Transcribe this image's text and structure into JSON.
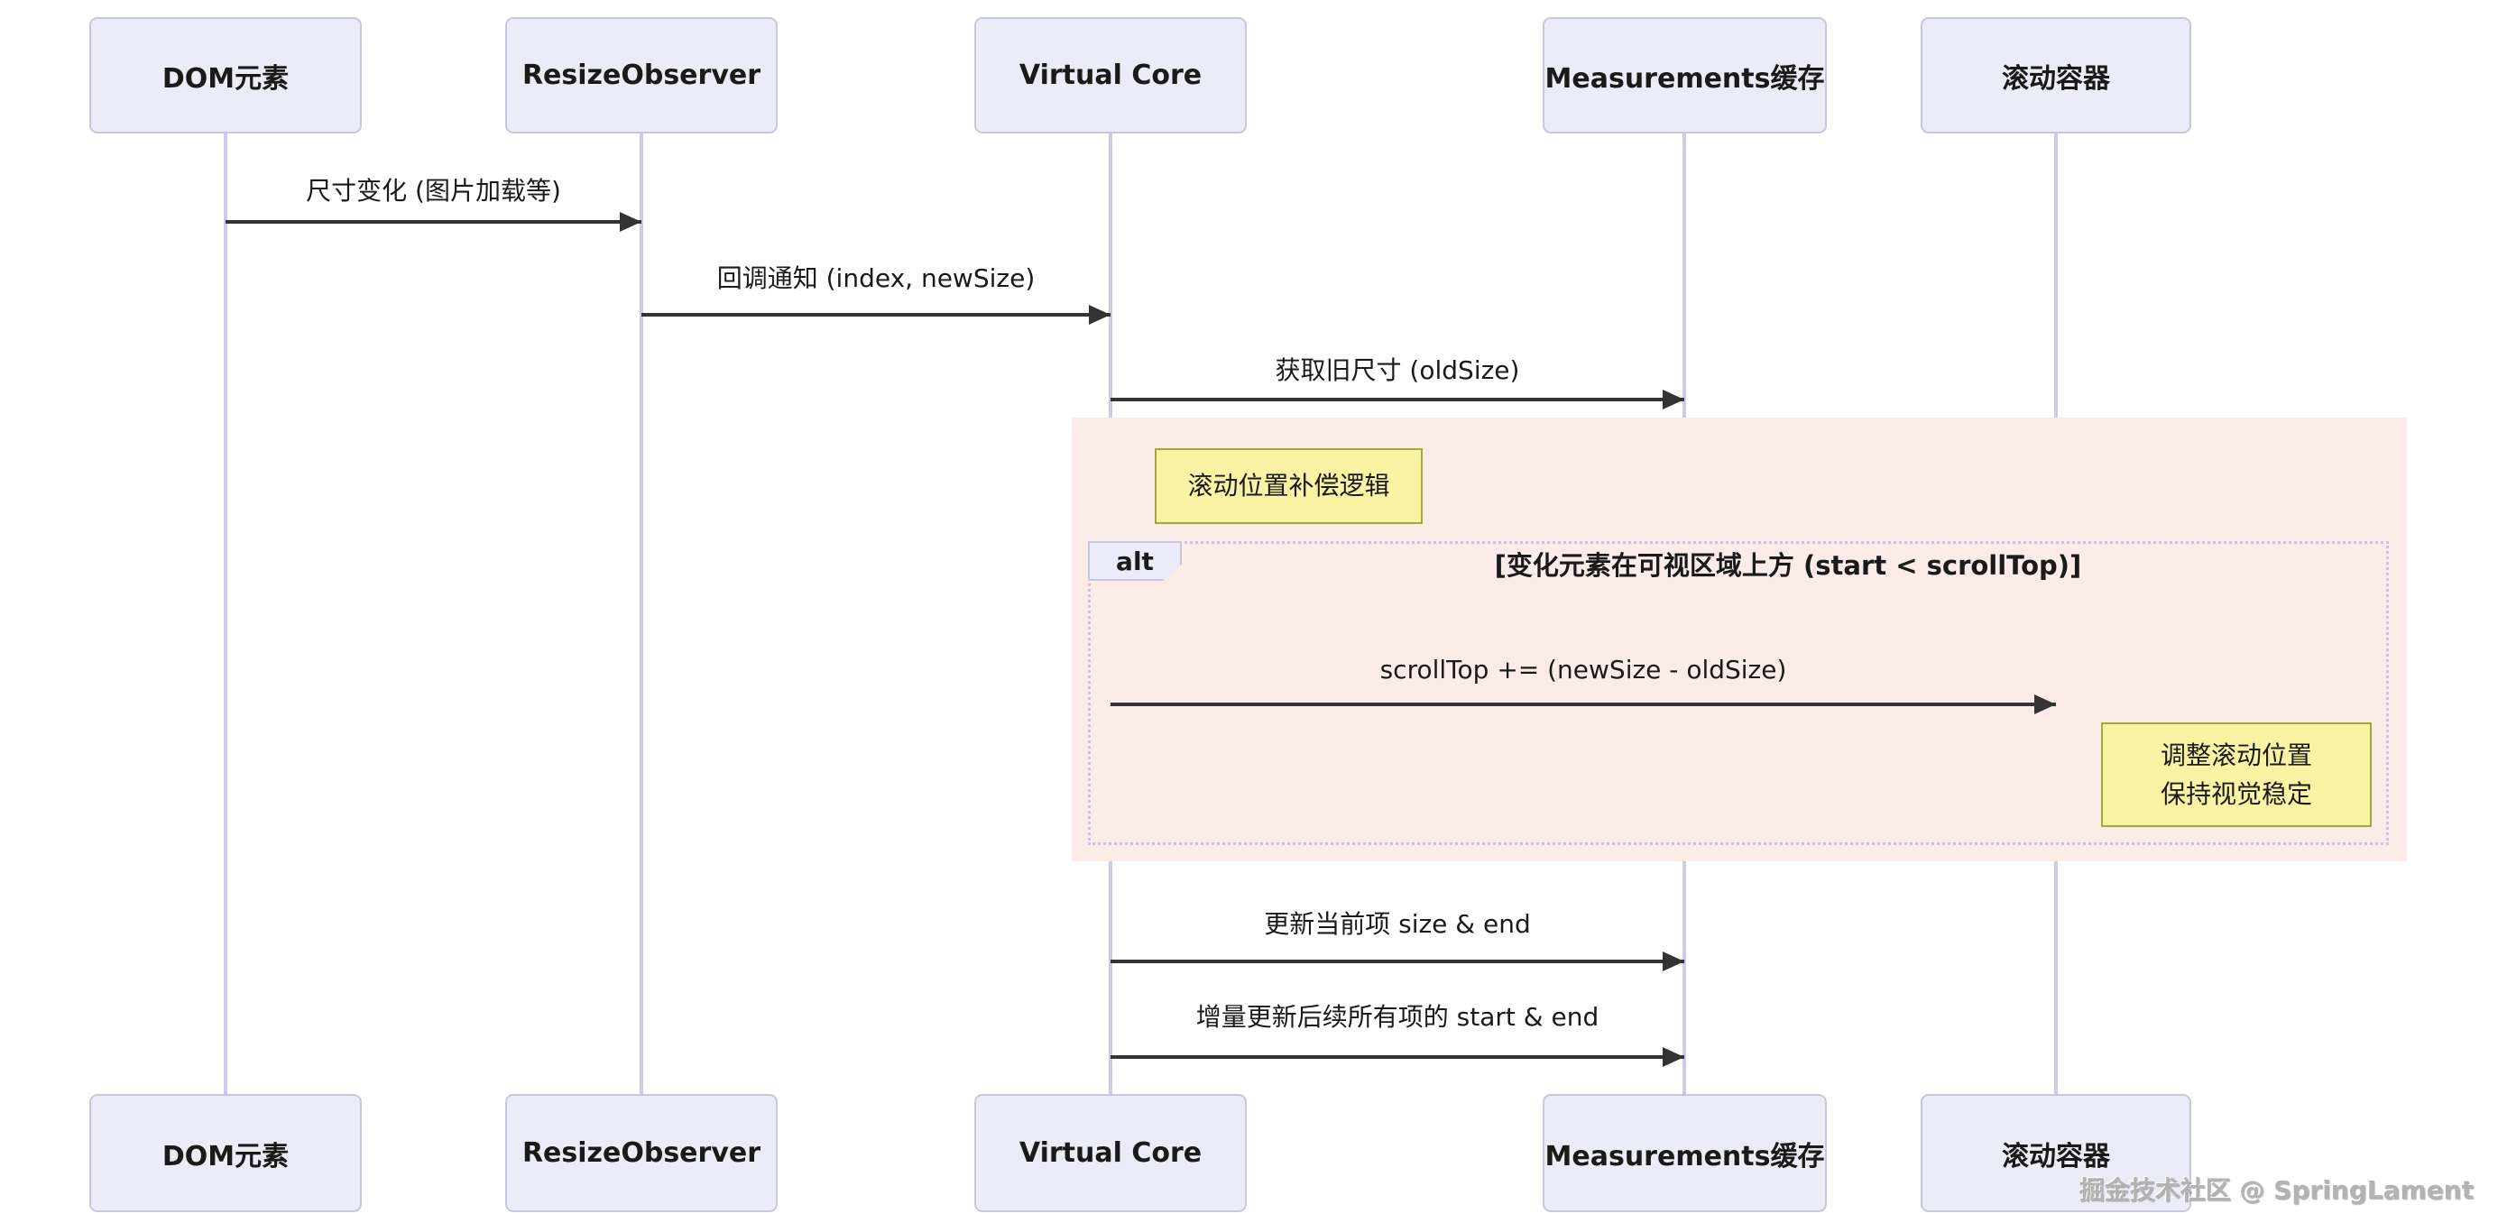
{
  "diagram": {
    "participants": [
      {
        "label": "DOM元素"
      },
      {
        "label": "ResizeObserver"
      },
      {
        "label": "Virtual Core"
      },
      {
        "label": "Measurements缓存"
      },
      {
        "label": "滚动容器"
      }
    ],
    "messages": [
      {
        "text": "尺寸变化 (图片加载等)"
      },
      {
        "text": "回调通知 (index, newSize)"
      },
      {
        "text": "获取旧尺寸 (oldSize)"
      },
      {
        "text": "scrollTop += (newSize - oldSize)"
      },
      {
        "text": "更新当前项 size & end"
      },
      {
        "text": "增量更新后续所有项的 start & end"
      }
    ],
    "alt": {
      "label": "alt",
      "condition": "[变化元素在可视区域上方 (start < scrollTop)]"
    },
    "notes": {
      "compensation": "滚动位置补偿逻辑",
      "adjust_line1": "调整滚动位置",
      "adjust_line2": "保持视觉稳定"
    }
  },
  "watermark": "掘金技术社区 @ SpringLament",
  "colors": {
    "region-fill": "#fcece7",
    "box-fill": "#ececf9",
    "box-border": "#c8c6dd",
    "label-fill": "#ebebfa",
    "note-fill": "#faf3a3",
    "note-border": "#a8a838",
    "frame-border": "#c9c2e6",
    "arrow-color": "#333333",
    "lifeline-color": "#cecce4",
    "text-color": "#1a1a1a",
    "watermark-color": "#b5b2b2"
  }
}
